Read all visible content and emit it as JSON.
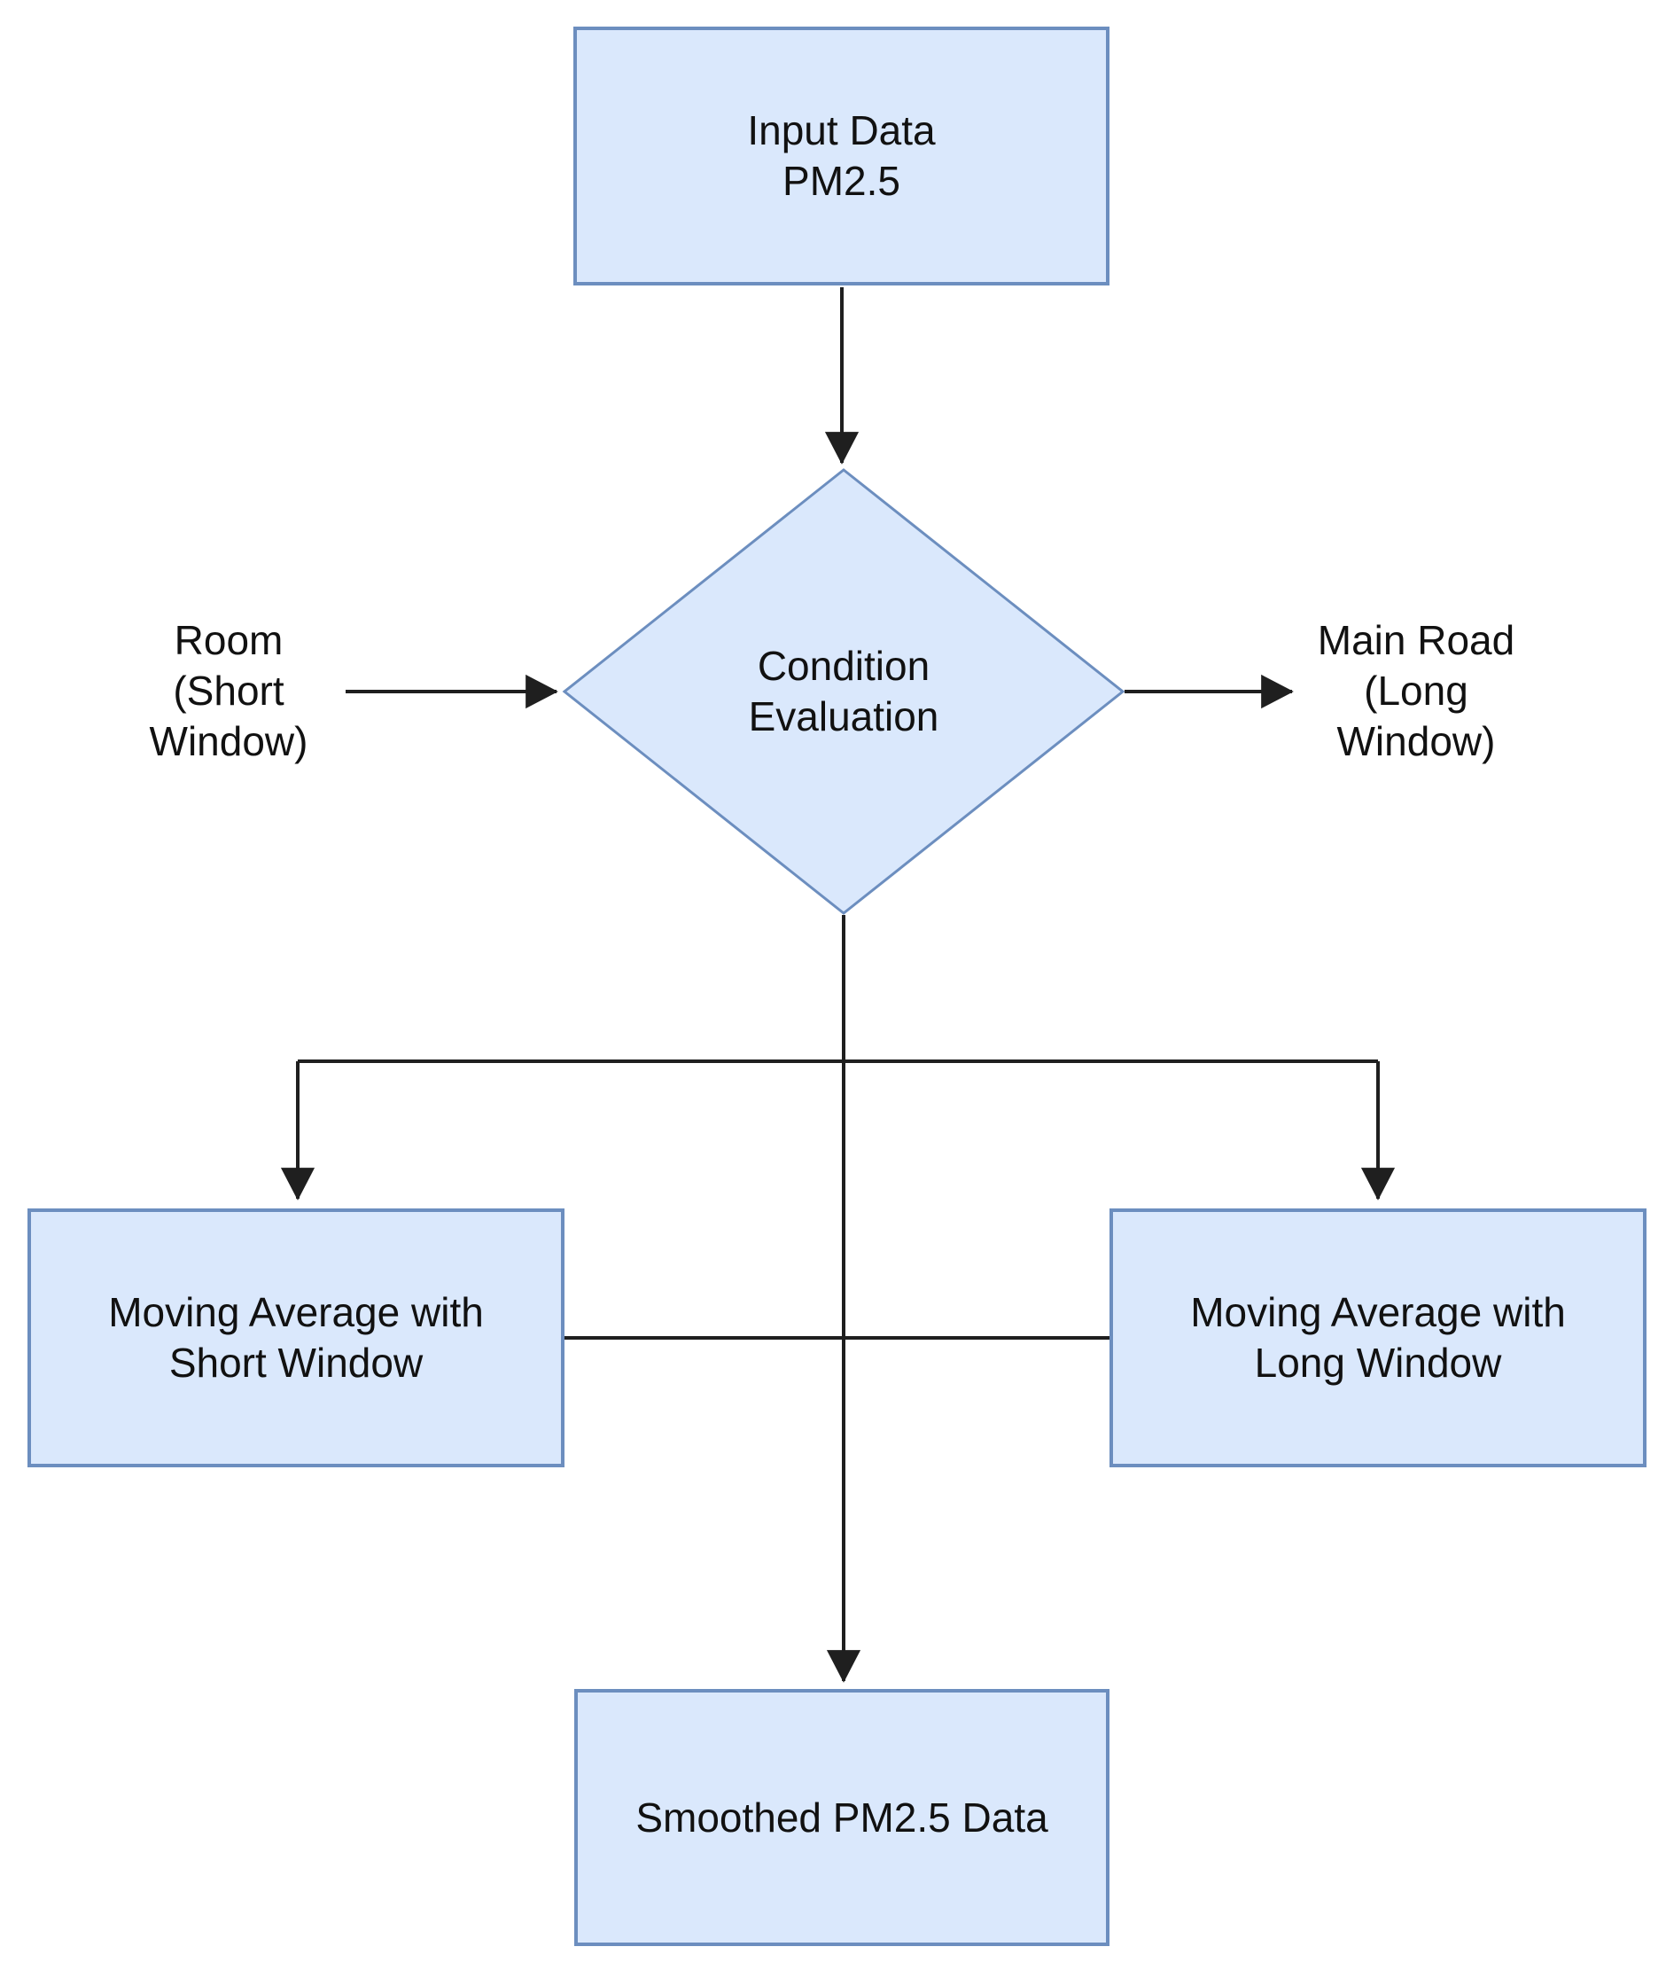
{
  "colors": {
    "background": "#ffffff",
    "node_fill": "#dae8fc",
    "node_stroke": "#6c8ebf",
    "edge": "#1f1f1f",
    "text": "#111111"
  },
  "nodes": {
    "input": {
      "label": "Input Data\nPM2.5",
      "shape": "rectangle"
    },
    "condition": {
      "label": "Condition\nEvaluation",
      "shape": "diamond"
    },
    "room": {
      "label": "Room\n(Short\nWindow)",
      "shape": "text"
    },
    "main_road": {
      "label": "Main Road\n(Long\nWindow)",
      "shape": "text"
    },
    "ma_short": {
      "label": "Moving Average with\nShort Window",
      "shape": "rectangle"
    },
    "ma_long": {
      "label": "Moving Average with\nLong Window",
      "shape": "rectangle"
    },
    "smoothed": {
      "label": "Smoothed PM2.5 Data",
      "shape": "rectangle"
    }
  },
  "edges": [
    {
      "from": "input",
      "to": "condition",
      "arrow": true
    },
    {
      "from": "room",
      "to": "condition",
      "arrow": true
    },
    {
      "from": "condition",
      "to": "main_road",
      "arrow": true
    },
    {
      "from": "condition",
      "to": "ma_short",
      "arrow": true
    },
    {
      "from": "condition",
      "to": "ma_long",
      "arrow": true
    },
    {
      "from": "ma_short",
      "to": "smoothed",
      "arrow": true
    },
    {
      "from": "ma_long",
      "to": "smoothed",
      "arrow": true
    }
  ]
}
